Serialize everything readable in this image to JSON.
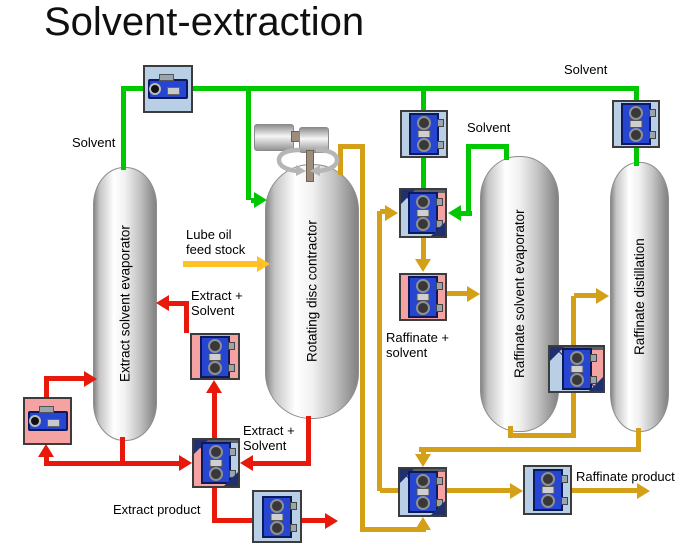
{
  "title": "Solvent-extraction",
  "colors": {
    "solvent_line": "#00c800",
    "raffinate_line": "#d4a017",
    "extract_line": "#e8190b",
    "feed_line": "#ffc125",
    "cold_background": "#b9cfe6",
    "hot_background": "#f4a2a2",
    "equipment_blue": "#2646d2",
    "vessel_gray": "#c4c4c4"
  },
  "columns": [
    {
      "label": "Extract solvent evaporator"
    },
    {
      "label": "Rotating disc contractor"
    },
    {
      "label": "Raffinate solvent evaporator"
    },
    {
      "label": "Raffinate distillation"
    }
  ],
  "stream_labels": {
    "solvent_left": "Solvent",
    "solvent_mid": "Solvent",
    "solvent_top_right": "Solvent",
    "lube_feed": "Lube oil\nfeed stock",
    "extract_solvent_upper": "Extract +\nSolvent",
    "extract_solvent_lower": "Extract +\nSolvent",
    "extract_product": "Extract product",
    "raffinate_solvent": "Raffinate +\nsolvent",
    "raffinate_product": "Raffinate product"
  }
}
